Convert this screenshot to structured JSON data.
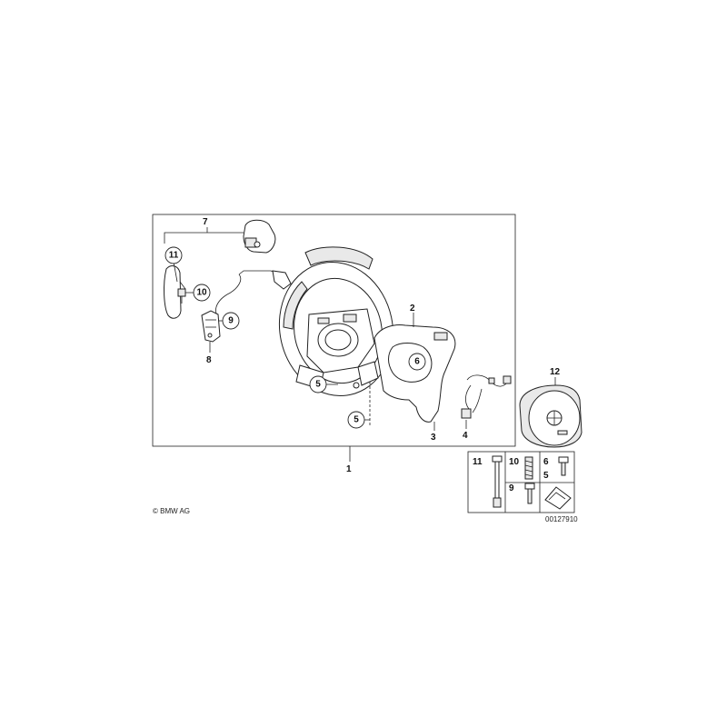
{
  "copyright": "© BMW AG",
  "drawing_number": "00127910",
  "callouts": {
    "c1": "1",
    "c2": "2",
    "c3": "3",
    "c4": "4",
    "c5a": "5",
    "c5b": "5",
    "c6": "6",
    "c7": "7",
    "c8": "8",
    "c9": "9",
    "c10": "10",
    "c11": "11",
    "c12": "12"
  },
  "legend": {
    "l11": "11",
    "l10": "10",
    "l6": "6",
    "l5": "5",
    "l9": "9"
  },
  "icons": [
    "steering-wheel",
    "airbag-module",
    "shift-paddle",
    "cover-trim",
    "wiring-harness",
    "screw",
    "spring",
    "bolt"
  ]
}
